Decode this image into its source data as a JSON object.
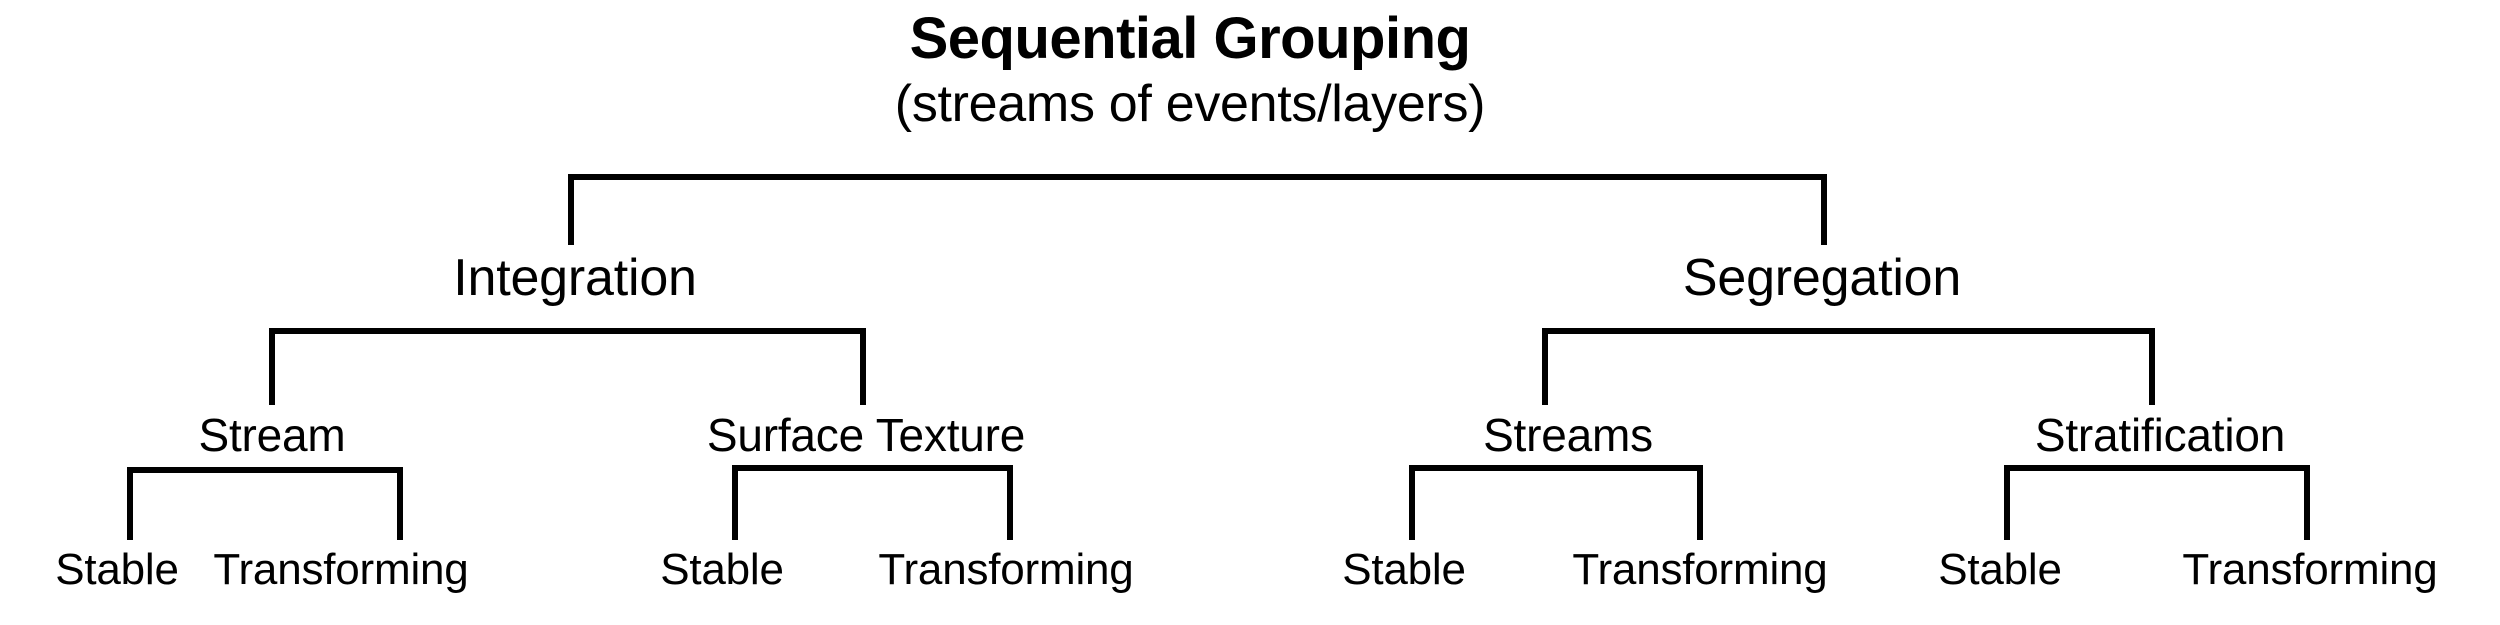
{
  "diagram": {
    "type": "hierarchy-tree",
    "orientation": "top-down",
    "line_color": "#000000",
    "text_color": "#000000",
    "background_color": "#ffffff",
    "root": {
      "title": "Sequential Grouping",
      "subtitle": "(streams of events/layers)"
    },
    "level1": [
      {
        "label": "Integration"
      },
      {
        "label": "Segregation"
      }
    ],
    "level2": [
      {
        "label": "Stream"
      },
      {
        "label": "Surface Texture"
      },
      {
        "label": "Streams"
      },
      {
        "label": "Stratification"
      }
    ],
    "level3": [
      {
        "label": "Stable"
      },
      {
        "label": "Transforming"
      },
      {
        "label": "Stable"
      },
      {
        "label": "Transforming"
      },
      {
        "label": "Stable"
      },
      {
        "label": "Transforming"
      },
      {
        "label": "Stable"
      },
      {
        "label": "Transforming"
      }
    ]
  }
}
